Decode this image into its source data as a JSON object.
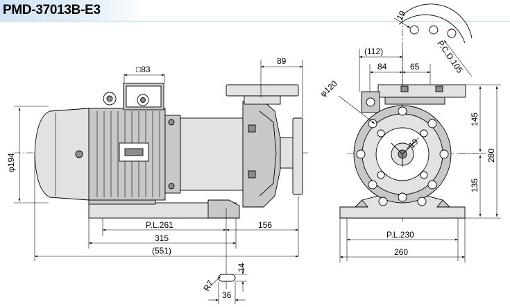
{
  "title": "PMD-37013B-E3",
  "dimensions": {
    "motor_box": "□83",
    "flange_length": "89",
    "motor_diameter": "φ194",
    "pl_side": "P.L.261",
    "base_length": "315",
    "overall_length": "(551)",
    "outlet_offset": "156",
    "slot_height": "14",
    "slot_radius": "R7",
    "slot_width": "36",
    "bolt_hole": "19",
    "pcd": "P.C.D.105",
    "front_total_width": "(112)",
    "front_left_width": "84",
    "front_right_width": "65",
    "casing_diameter": "φ120",
    "inner_hole": "19",
    "upper_height": "145",
    "lower_height": "135",
    "total_height": "280",
    "pl_front": "P.L.230",
    "base_width": "260"
  }
}
